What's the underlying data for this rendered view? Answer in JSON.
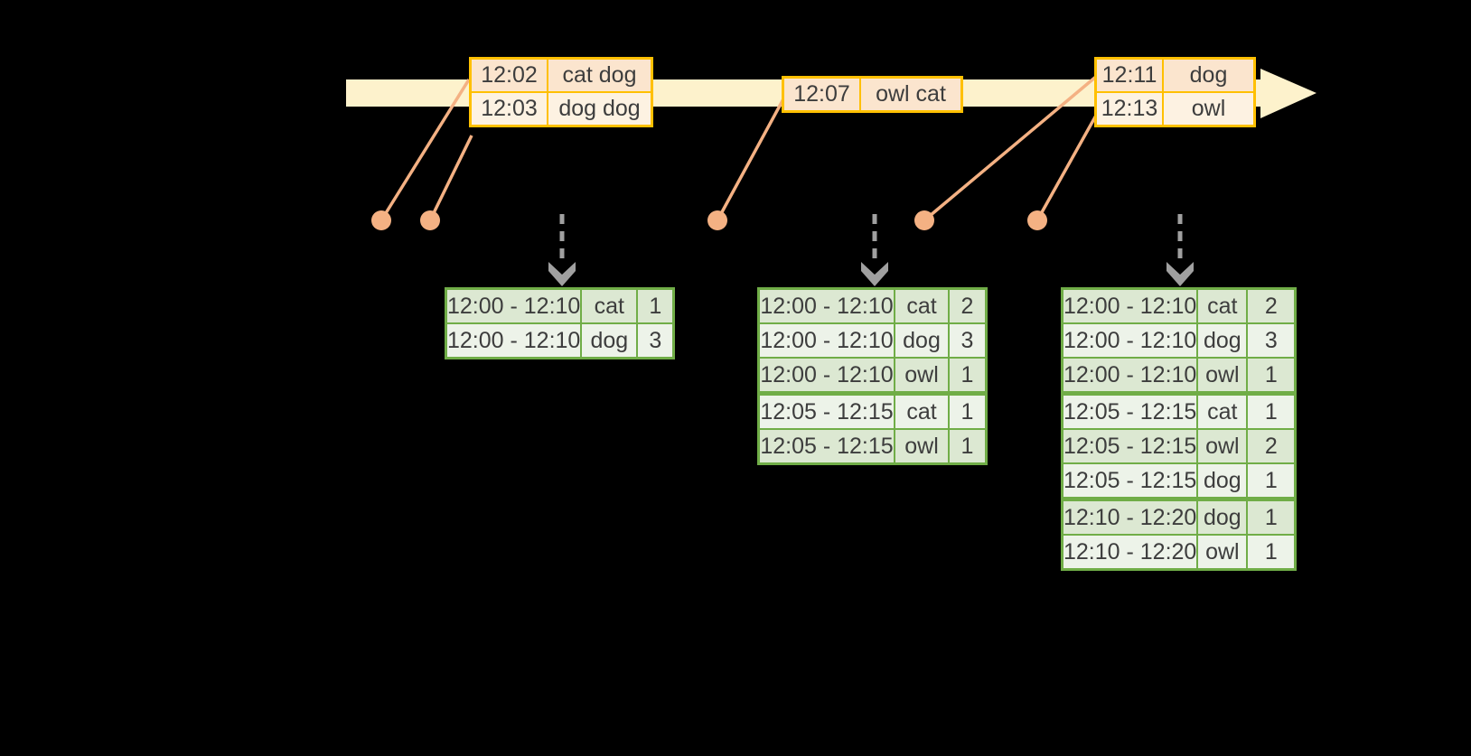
{
  "diagram": "streaming windowed grouped aggregation timeline",
  "colors": {
    "background": "#000000",
    "timeline_fill": "#fdf2cc",
    "event_table_border": "#ffc000",
    "event_row_dark": "#fbe5ce",
    "event_row_light": "#fdf2e2",
    "result_table_border": "#70ad47",
    "result_row_dark": "#dce8d2",
    "result_row_light": "#edf3e9",
    "dot_and_line": "#f4b183",
    "trigger_arrow": "#a0a0a0",
    "text": "#3d3d3d"
  },
  "event_tables": [
    {
      "rows": [
        [
          "12:02",
          "cat dog"
        ],
        [
          "12:03",
          "dog dog"
        ]
      ]
    },
    {
      "rows": [
        [
          "12:07",
          "owl cat"
        ]
      ]
    },
    {
      "rows": [
        [
          "12:11",
          "dog"
        ],
        [
          "12:13",
          "owl"
        ]
      ]
    }
  ],
  "result_tables": [
    {
      "rows": [
        [
          "12:00 - 12:10",
          "cat",
          "1"
        ],
        [
          "12:00 - 12:10",
          "dog",
          "3"
        ]
      ],
      "groups": [
        2
      ]
    },
    {
      "rows": [
        [
          "12:00 - 12:10",
          "cat",
          "2"
        ],
        [
          "12:00 - 12:10",
          "dog",
          "3"
        ],
        [
          "12:00 - 12:10",
          "owl",
          "1"
        ],
        [
          "12:05 - 12:15",
          "cat",
          "1"
        ],
        [
          "12:05 - 12:15",
          "owl",
          "1"
        ]
      ],
      "groups": [
        3,
        2
      ]
    },
    {
      "rows": [
        [
          "12:00 - 12:10",
          "cat",
          "2"
        ],
        [
          "12:00 - 12:10",
          "dog",
          "3"
        ],
        [
          "12:00 - 12:10",
          "owl",
          "1"
        ],
        [
          "12:05 - 12:15",
          "cat",
          "1"
        ],
        [
          "12:05 - 12:15",
          "owl",
          "2"
        ],
        [
          "12:05 - 12:15",
          "dog",
          "1"
        ],
        [
          "12:10 - 12:20",
          "dog",
          "1"
        ],
        [
          "12:10 - 12:20",
          "owl",
          "1"
        ]
      ],
      "groups": [
        3,
        3,
        2
      ]
    }
  ]
}
